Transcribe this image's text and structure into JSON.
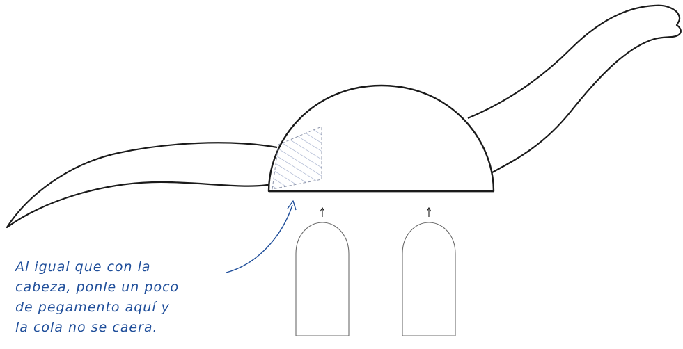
{
  "diagram": {
    "title": "",
    "parts": {
      "body": "dinosaur-body",
      "neck": "dinosaur-neck",
      "tail": "dinosaur-tail",
      "legs": 2,
      "glue_area": "hatched-glue-area"
    },
    "note": {
      "lines": [
        "Al igual que con la",
        "cabeza, ponle un poco",
        "de pegamento aquí y",
        "la cola no se caera."
      ]
    },
    "colors": {
      "outline": "#1a1a1a",
      "leg_outline": "#6b6b6b",
      "note_ink": "#1f4e9a",
      "hatch": "#9aa7c8"
    }
  }
}
